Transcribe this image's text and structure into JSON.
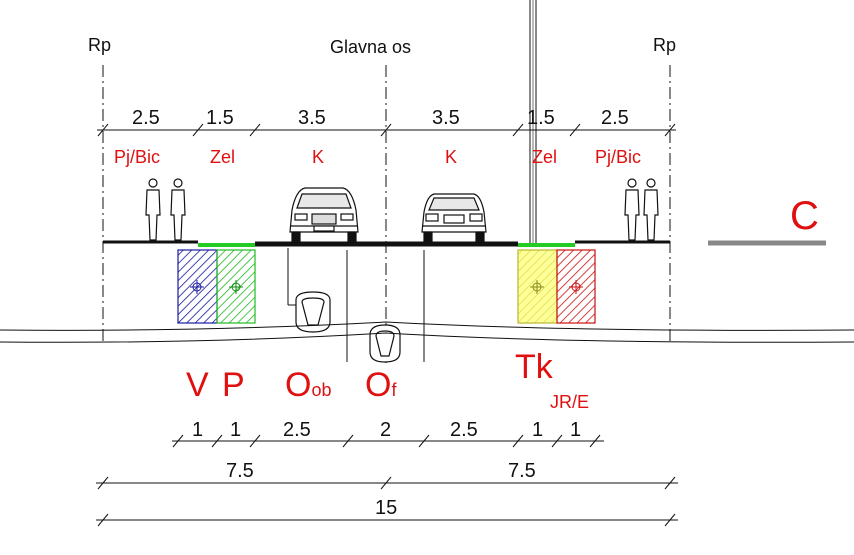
{
  "labels": {
    "rp_left": "Rp",
    "rp_right": "Rp",
    "main_axis": "Glavna os",
    "section_code": "C"
  },
  "top_dimensions": [
    "2.5",
    "1.5",
    "3.5",
    "3.5",
    "1.5",
    "2.5"
  ],
  "zone_labels": [
    "Pj/Bic",
    "Zel",
    "K",
    "K",
    "Zel",
    "Pj/Bic"
  ],
  "utility_labels": {
    "v": "V",
    "p": "P",
    "oob_main": "O",
    "oob_sub": "ob",
    "of_main": "O",
    "of_sub": "f",
    "tk": "Tk",
    "jre": "JR/E"
  },
  "bottom_dimensions": [
    "1",
    "1",
    "2.5",
    "2",
    "2.5",
    "1",
    "1"
  ],
  "half_widths": [
    "7.5",
    "7.5"
  ],
  "total_width": "15",
  "colors": {
    "text_red": "#e01010",
    "green_strip": "#22cc22",
    "water_blue": "#1a1aa0",
    "green_hatch": "#22bb22",
    "yellow_fill": "#ffff88",
    "red_hatch": "#cc1111"
  }
}
